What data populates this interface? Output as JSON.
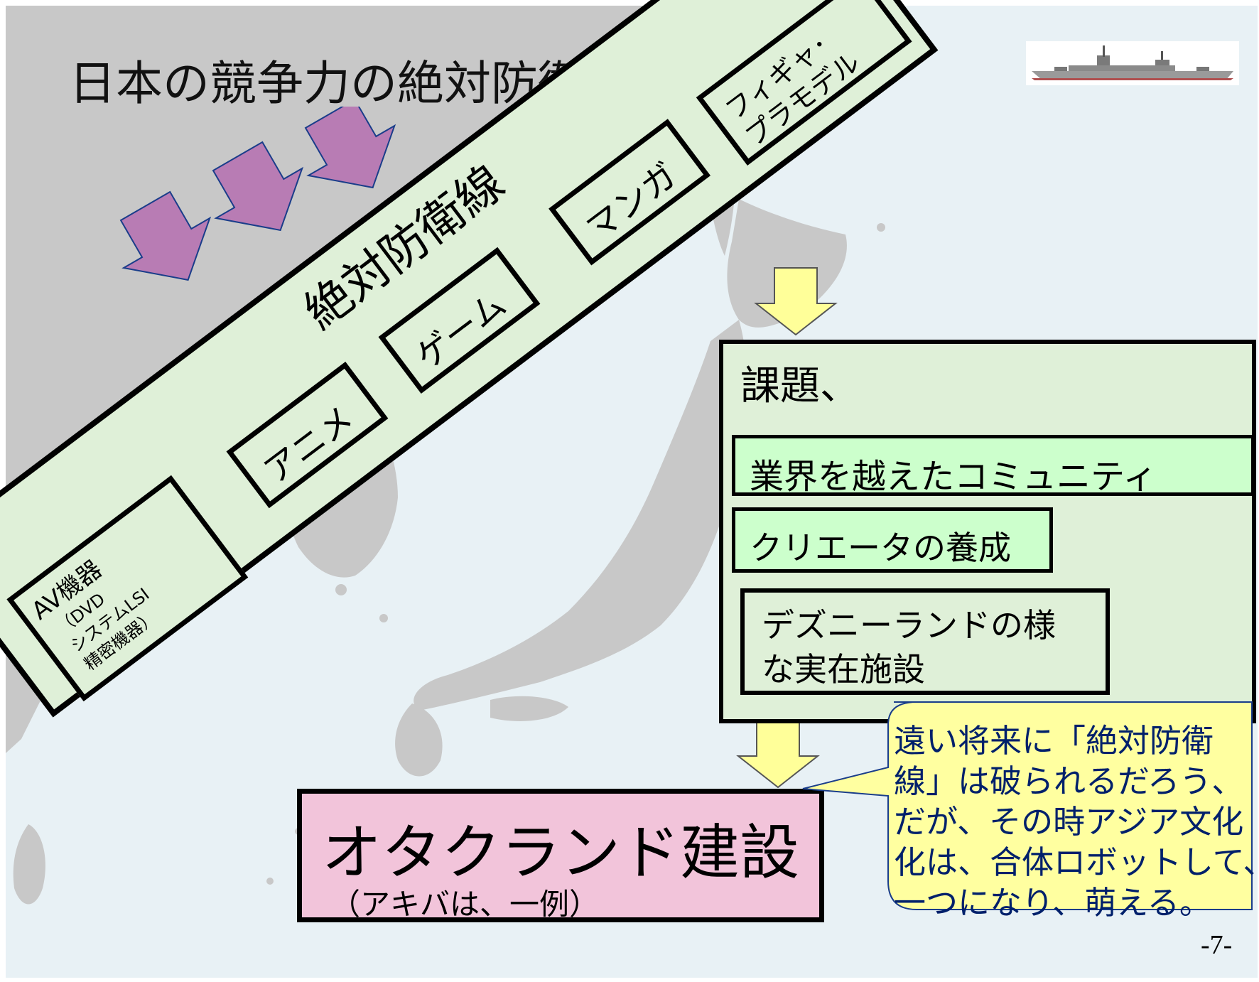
{
  "title": "日本の競争力の絶対防衛線",
  "colors": {
    "sea": "#e8f1f5",
    "land": "#c8c8c8",
    "band_fill": "#dff0d8",
    "green_box": "#ccffcc",
    "pink_box": "#f2c4da",
    "callout": "#ffffa0",
    "arrow_purple": "#b87cb4",
    "arrow_yellow": "#ffff99"
  },
  "band": {
    "title": "絶対防衛線",
    "items": [
      "アニメ",
      "ゲーム",
      "マンガ"
    ],
    "figure_line1": "フィギャ･",
    "figure_line2": "プラモデル",
    "av_title": "AV機器",
    "av_line1": "（DVD",
    "av_line2": "システムLSI",
    "av_line3": "精密機器）"
  },
  "issues": {
    "heading": "課題、",
    "item1": "業界を越えたコミュニティ",
    "item2": "クリエータの養成",
    "item3_line1": "デズニーランドの様",
    "item3_line2": "な実在施設"
  },
  "result": {
    "title": "オタクランド建設",
    "subtitle": "（アキバは、一例）"
  },
  "callout": {
    "line1": "遠い将来に「絶対防衛",
    "line2": "線」は破られるだろう、",
    "line3": "だが、その時アジア文化",
    "line4": "化は、合体ロボットして、",
    "line5": "一つになり、萌える。"
  },
  "page_number": "-7-",
  "icons": [
    "warship-icon"
  ]
}
